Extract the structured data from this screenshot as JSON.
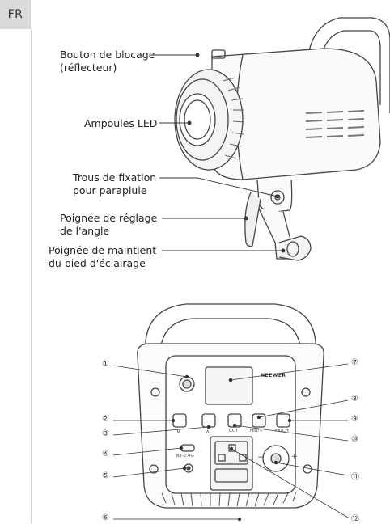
{
  "page": {
    "language_tab": "FR"
  },
  "top_figure": {
    "labels": [
      {
        "line1": "Bouton de blocage",
        "line2": "(réflecteur)"
      },
      {
        "line1": "Ampoules LED",
        "line2": ""
      },
      {
        "line1": "Trous de fixation",
        "line2": "pour parapluie"
      },
      {
        "line1": "Poignée de réglage",
        "line2": "de l'angle"
      },
      {
        "line1": "Poignée de maintient",
        "line2": "du pied d'éclairage"
      }
    ]
  },
  "bottom_figure": {
    "brand_logo": "NEEWER",
    "buttons": {
      "down": "∨",
      "up": "∧",
      "cct": "CCT",
      "hsi": "HSI/☼",
      "fxch": "FX/CH"
    },
    "bt_label": "BT-2.4G",
    "knob_minus": "−",
    "knob_plus": "+",
    "callouts": [
      "①",
      "②",
      "③",
      "④",
      "⑤",
      "⑥",
      "⑦",
      "⑧",
      "⑨",
      "⑩",
      "⑪",
      "⑫"
    ]
  }
}
